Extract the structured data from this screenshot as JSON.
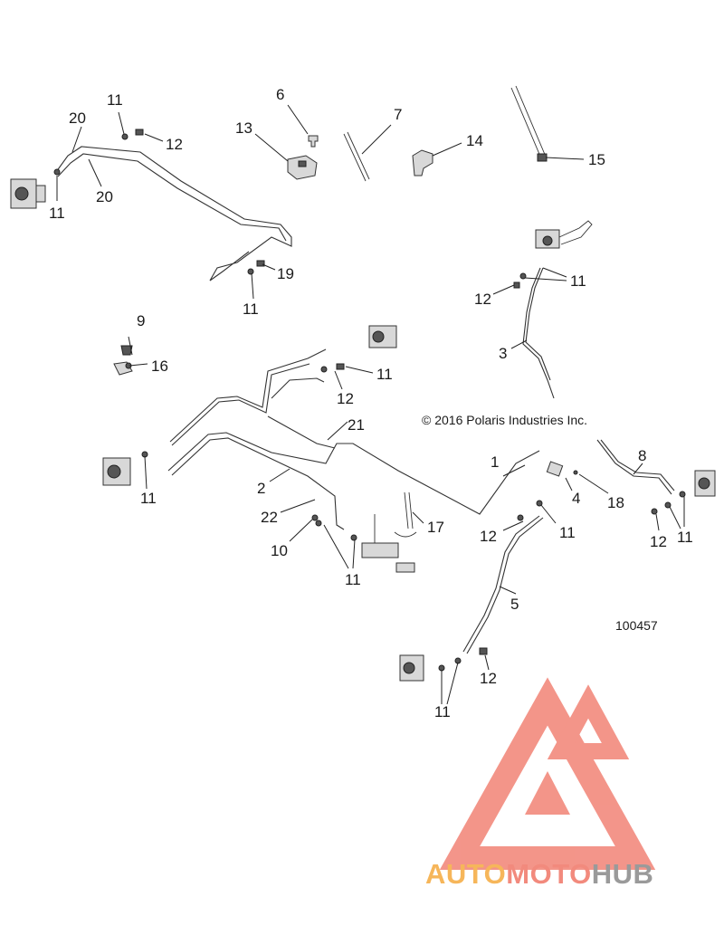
{
  "diagram": {
    "callouts": [
      {
        "id": "c1",
        "text": "1"
      },
      {
        "id": "c2",
        "text": "2"
      },
      {
        "id": "c3",
        "text": "3"
      },
      {
        "id": "c4",
        "text": "4"
      },
      {
        "id": "c5",
        "text": "5"
      },
      {
        "id": "c6",
        "text": "6"
      },
      {
        "id": "c7",
        "text": "7"
      },
      {
        "id": "c8",
        "text": "8"
      },
      {
        "id": "c9",
        "text": "9"
      },
      {
        "id": "c10",
        "text": "10"
      },
      {
        "id": "c11",
        "text": "11"
      },
      {
        "id": "c12",
        "text": "12"
      },
      {
        "id": "c13",
        "text": "13"
      },
      {
        "id": "c14",
        "text": "14"
      },
      {
        "id": "c15",
        "text": "15"
      },
      {
        "id": "c16",
        "text": "16"
      },
      {
        "id": "c17",
        "text": "17"
      },
      {
        "id": "c18",
        "text": "18"
      },
      {
        "id": "c19",
        "text": "19"
      },
      {
        "id": "c20",
        "text": "20"
      },
      {
        "id": "c21",
        "text": "21"
      },
      {
        "id": "c22",
        "text": "22"
      }
    ],
    "copyright": "© 2016 Polaris Industries Inc.",
    "reference_number": "100457"
  },
  "watermark": {
    "part1": "AUTO",
    "part2": "MOTO",
    "part3": "HUB",
    "colors": {
      "red": "#f28a7d",
      "orange": "#f6b65a",
      "gray": "#9a9a9a"
    }
  }
}
